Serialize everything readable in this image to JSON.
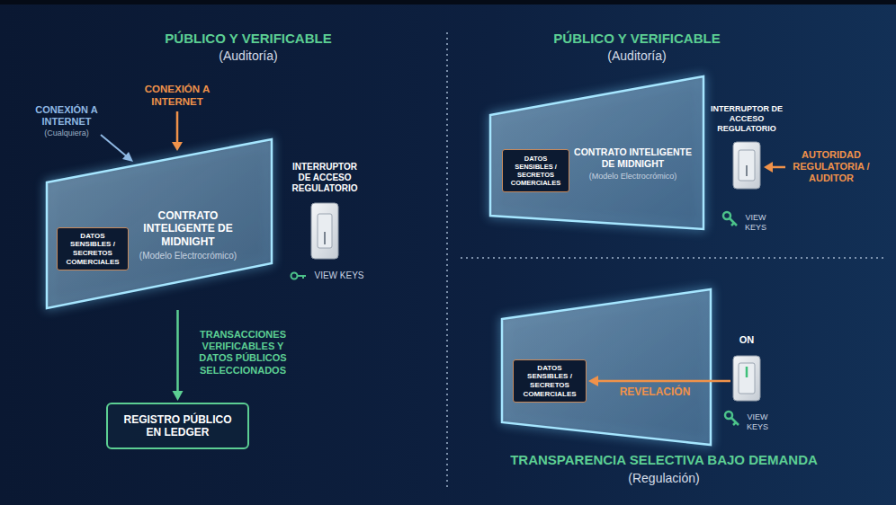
{
  "diagram": {
    "nodes": [
      {
        "text": [
          "CONTRATO INTELIGENTE DE MIDNIGHT",
          "(Modelo Electrocrómico)"
        ]
      },
      {
        "text": [
          "DATOS SENSIBLES / SECRETOS COMERCIALES"
        ],
        "in": 0
      },
      {
        "text": [
          "INTERRUPTOR DE ACCESO REGULATORIO"
        ]
      },
      {
        "text": [
          "REGISTRO PÚBLICO EN LEDGER"
        ]
      },
      {
        "text": [
          "CONTRATO INTELIGENTE DE MIDNIGHT",
          "(Modelo Electrocrómico)"
        ]
      },
      {
        "text": [
          "DATOS SENSIBLES / SECRETOS COMERCIALES"
        ],
        "in": 4
      },
      {
        "text": [
          "INTERRUPTOR DE ACCESO REGULATORIO"
        ]
      },
      {
        "text": [
          "DATOS SENSIBLES / SECRETOS COMERCIALES"
        ]
      },
      {
        "text": [
          "ON"
        ]
      }
    ],
    "edges": [
      {
        "from": 0,
        "to": 3,
        "label": "TRANSACCIONES VERIFICABLES Y DATOS PÚBLICOS SELECCIONADOS",
        "arrow": "to"
      },
      {
        "from": 8,
        "to": 7,
        "label": "REVELACIÓN",
        "arrow": "to"
      }
    ],
    "labels": [
      "PÚBLICO Y VERIFICABLE",
      "(Auditoría)",
      "CONEXIÓN A INTERNET",
      "(Cualquiera)",
      "CONEXIÓN A INTERNET",
      "VIEW KEYS",
      "PÚBLICO Y VERIFICABLE",
      "(Auditoría)",
      "AUTORIDAD REGULATORIA / AUDITOR",
      "VIEW KEYS",
      "VIEW KEYS",
      "TRANSPARENCIA SELECTIVA BAJO DEMANDA",
      "(Regulación)"
    ]
  }
}
